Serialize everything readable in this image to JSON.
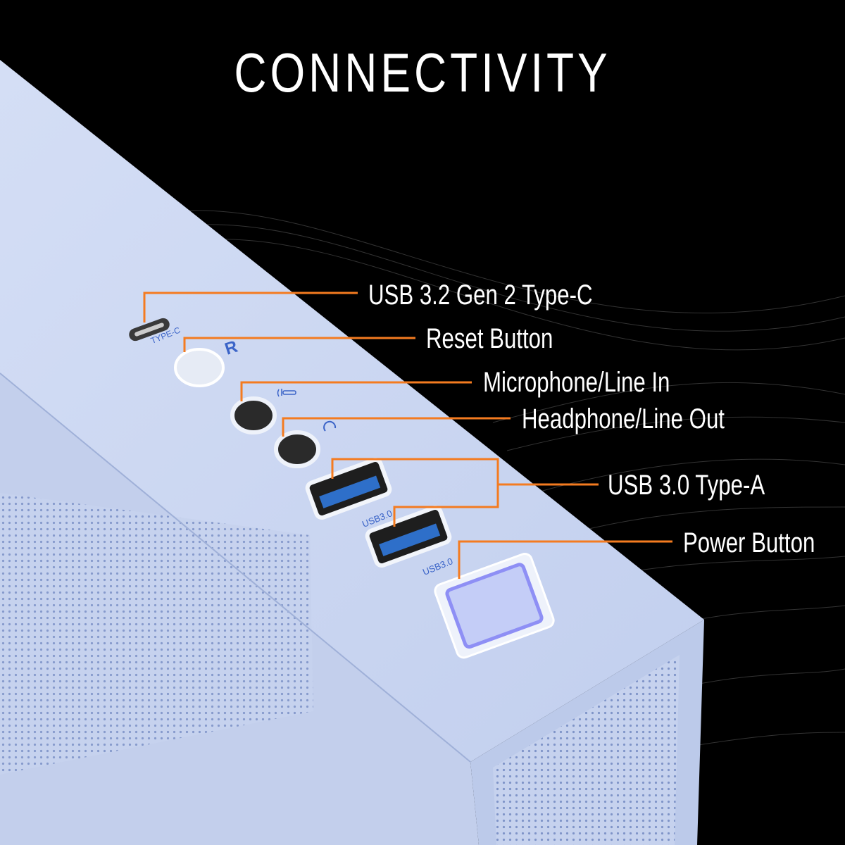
{
  "title": "CONNECTIVITY",
  "accent_color": "#f47b20",
  "case_color": "#c9d5f1",
  "callouts": [
    {
      "label": "USB 3.2 Gen 2 Type-C"
    },
    {
      "label": "Reset Button"
    },
    {
      "label": "Microphone/Line In"
    },
    {
      "label": "Headphone/Line Out"
    },
    {
      "label": "USB 3.0 Type-A"
    },
    {
      "label": "Power Button"
    }
  ],
  "panel_markings": {
    "type_c": "TYPE-C",
    "reset": "R",
    "usb_a_1": "USB3.0",
    "usb_a_2": "USB3.0"
  },
  "icons": [
    "microphone-icon",
    "headphone-icon"
  ]
}
